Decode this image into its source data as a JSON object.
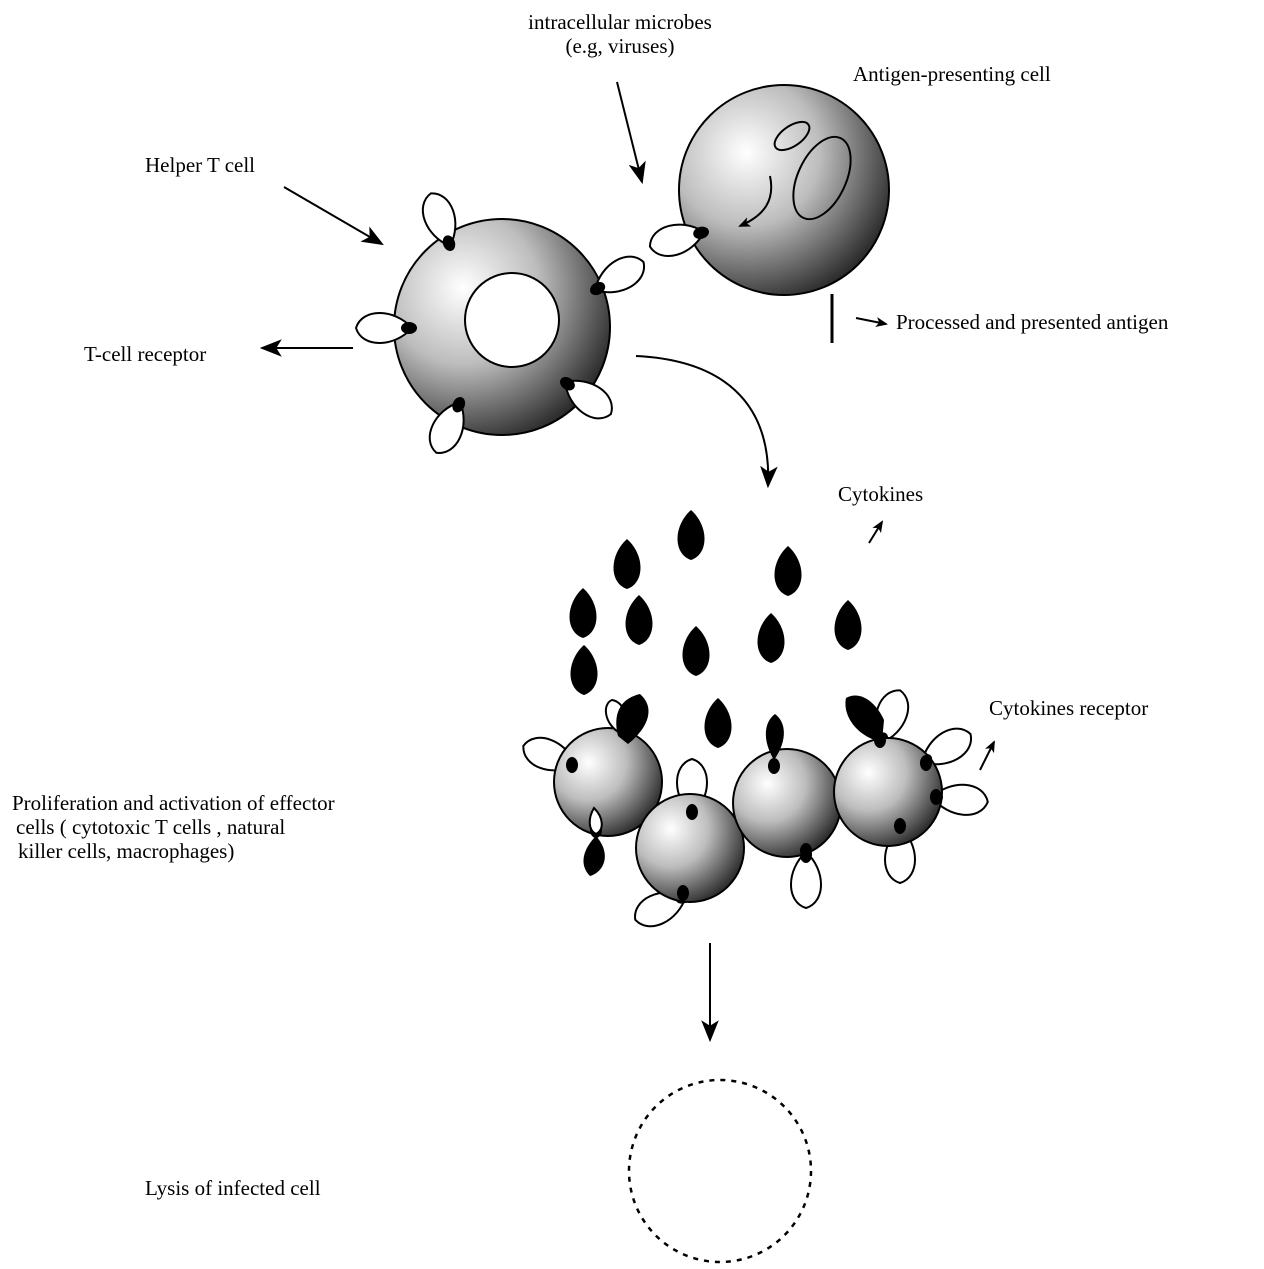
{
  "labels": {
    "microbes_line1": "intracellular microbes",
    "microbes_line2": "(e.g, viruses)",
    "apc": "Antigen-presenting cell",
    "helper_t": "Helper T cell",
    "tcr": "T-cell receptor",
    "processed_antigen": "Processed and presented antigen",
    "cytokines": "Cytokines",
    "cytokines_receptor": "Cytokines receptor",
    "effector_line1": "Proliferation and activation of effector",
    "effector_line2": "cells ( cytotoxic T cells , natural",
    "effector_line3": "killer cells, macrophages)",
    "lysis": "Lysis of infected cell"
  },
  "colors": {
    "ink": "#000000",
    "cell_dark": "#1a1a1a",
    "cell_light": "#ffffff"
  }
}
